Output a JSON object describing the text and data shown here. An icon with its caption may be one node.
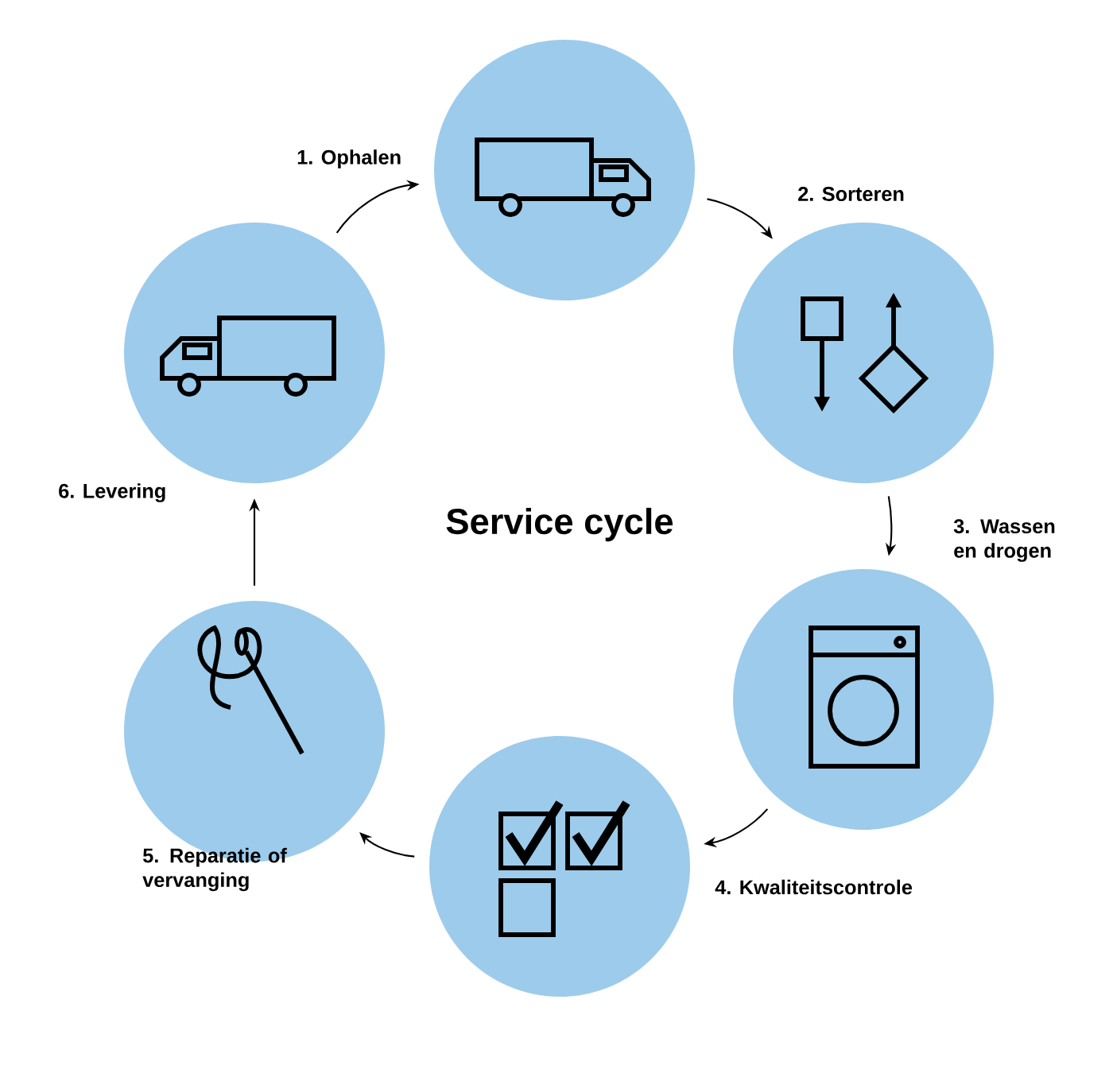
{
  "diagram": {
    "title": "Service cycle",
    "nodes": [
      {
        "text": [],
        "shape": "circle"
      },
      {
        "text": [],
        "shape": "circle"
      },
      {
        "text": [],
        "shape": "circle"
      },
      {
        "text": [],
        "shape": "circle"
      },
      {
        "text": [],
        "shape": "circle"
      },
      {
        "text": [],
        "shape": "circle"
      }
    ],
    "edges": [
      {
        "from": 5,
        "to": 0,
        "arrow": "to",
        "label": "1. Ophalen"
      },
      {
        "from": 0,
        "to": 1,
        "arrow": "to",
        "label": "2. Sorteren"
      },
      {
        "from": 1,
        "to": 2,
        "arrow": "to",
        "label": "3. Wassen en drogen"
      },
      {
        "from": 2,
        "to": 3,
        "arrow": "to",
        "label": "4. Kwaliteitscontrole"
      },
      {
        "from": 3,
        "to": 4,
        "arrow": "to",
        "label": "5. Reparatie of vervanging"
      },
      {
        "from": 4,
        "to": 5,
        "arrow": "to",
        "label": "6. Levering"
      }
    ]
  }
}
